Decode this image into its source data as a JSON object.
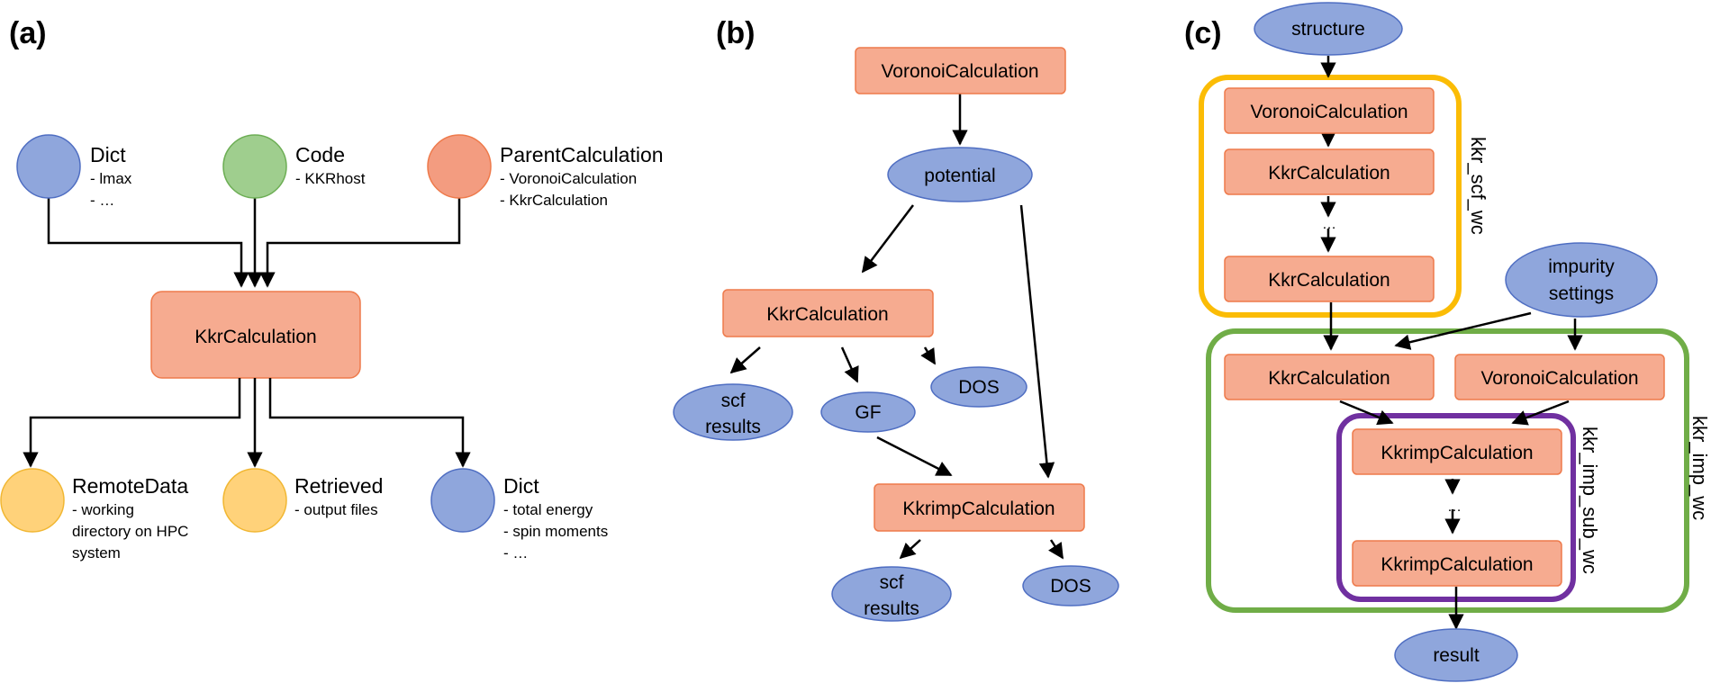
{
  "colors": {
    "calc_fill": "#F6AB90",
    "calc_stroke": "#EE7A4B",
    "data_fill": "#8FA6DC",
    "data_stroke": "#4F6EC2",
    "code_fill": "#9FCE8E",
    "code_stroke": "#6DAE55",
    "retrieved_fill": "#FFD27A",
    "retrieved_stroke": "#F1B733",
    "parent_fill": "#F39C80",
    "scf_wc": "#FBBC05",
    "imp_wc": "#70AD47",
    "imp_sub_wc": "#7030A0"
  },
  "panel_a": {
    "label": "(a)",
    "dict_in": {
      "title": "Dict",
      "lines": [
        "- lmax",
        "- …"
      ]
    },
    "code": {
      "title": "Code",
      "lines": [
        "- KKRhost"
      ]
    },
    "parent": {
      "title": "ParentCalculation",
      "lines": [
        "- VoronoiCalculation",
        "- KkrCalculation"
      ]
    },
    "calc": "KkrCalculation",
    "remote": {
      "title": "RemoteData",
      "lines": [
        "- working",
        "directory on HPC",
        "system"
      ]
    },
    "retrieved": {
      "title": "Retrieved",
      "lines": [
        "- output files"
      ]
    },
    "dict_out": {
      "title": "Dict",
      "lines": [
        "- total energy",
        "- spin moments",
        "- …"
      ]
    }
  },
  "panel_b": {
    "label": "(b)",
    "voronoi": "VoronoiCalculation",
    "potential": "potential",
    "kkr": "KkrCalculation",
    "scf1": [
      "scf",
      "results"
    ],
    "gf": "GF",
    "dos1": "DOS",
    "kkrimp": "KkrimpCalculation",
    "scf2": [
      "scf",
      "results"
    ],
    "dos2": "DOS"
  },
  "panel_c": {
    "label": "(c)",
    "structure": "structure",
    "voronoi1": "VoronoiCalculation",
    "kkr1": "KkrCalculation",
    "dots1": "…",
    "kkr2": "KkrCalculation",
    "impurity": [
      "impurity",
      "settings"
    ],
    "kkr3": "KkrCalculation",
    "voronoi2": "VoronoiCalculation",
    "kkrimp1": "KkrimpCalculation",
    "dots2": "…",
    "kkrimp2": "KkrimpCalculation",
    "result": "result",
    "scf_wc_label": "kkr_scf_wc",
    "imp_wc_label": "kkr_imp_wc",
    "imp_sub_wc_label": "kkr_imp_sub_wc"
  }
}
